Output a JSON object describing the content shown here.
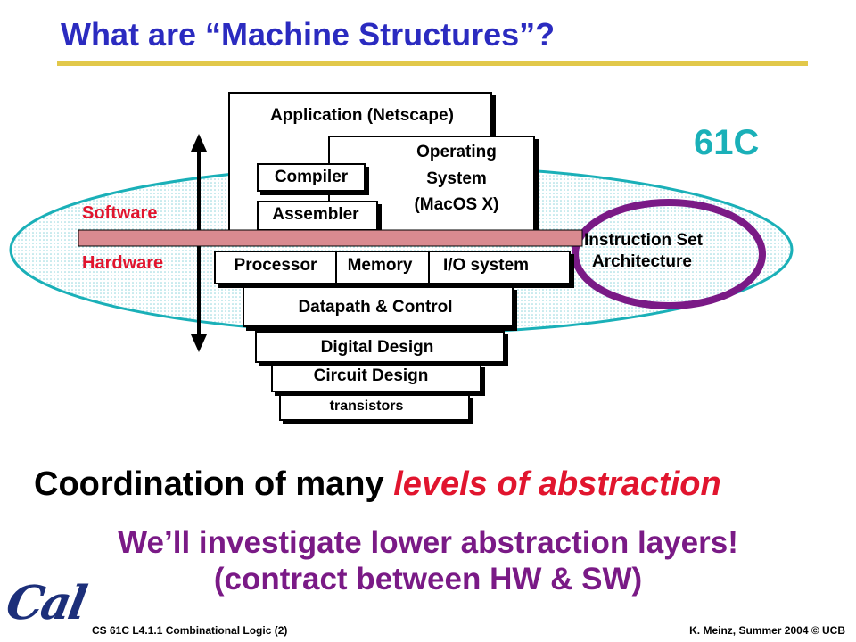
{
  "title": "What are “Machine Structures”?",
  "course_badge": "61C",
  "diagram": {
    "application": "Application (Netscape)",
    "os_line1": "Operating",
    "os_line2": "System",
    "os_line3": "(MacOS X)",
    "compiler": "Compiler",
    "assembler": "Assembler",
    "software_label": "Software",
    "hardware_label": "Hardware",
    "isa_line1": "Instruction Set",
    "isa_line2": "Architecture",
    "processor": "Processor",
    "memory": "Memory",
    "io_system": "I/O system",
    "datapath": "Datapath & Control",
    "digital_design": "Digital Design",
    "circuit_design": "Circuit Design",
    "transistors": "transistors"
  },
  "coordination_prefix": "Coordination of many ",
  "coordination_emphasis": "levels of abstraction",
  "investigate_line1": "We’ll investigate lower abstraction layers!",
  "investigate_line2": "(contract between HW & SW)",
  "footer_left": "CS 61C L4.1.1 Combinational Logic (2)",
  "footer_right": "K. Meinz, Summer 2004 © UCB",
  "logo_text": "Cal",
  "colors": {
    "title": "#2b2bc0",
    "title_rule": "#e2c84a",
    "course_badge": "#1ab0b8",
    "ellipse": "#1ab0b8",
    "isa_bar": "#d98a90",
    "isa_ring": "#7a1a86",
    "software_hardware": "#e1152e",
    "emphasis": "#e1152e",
    "investigate": "#7a1a86"
  },
  "icons": [
    "double-arrow-icon",
    "cal-logo"
  ]
}
